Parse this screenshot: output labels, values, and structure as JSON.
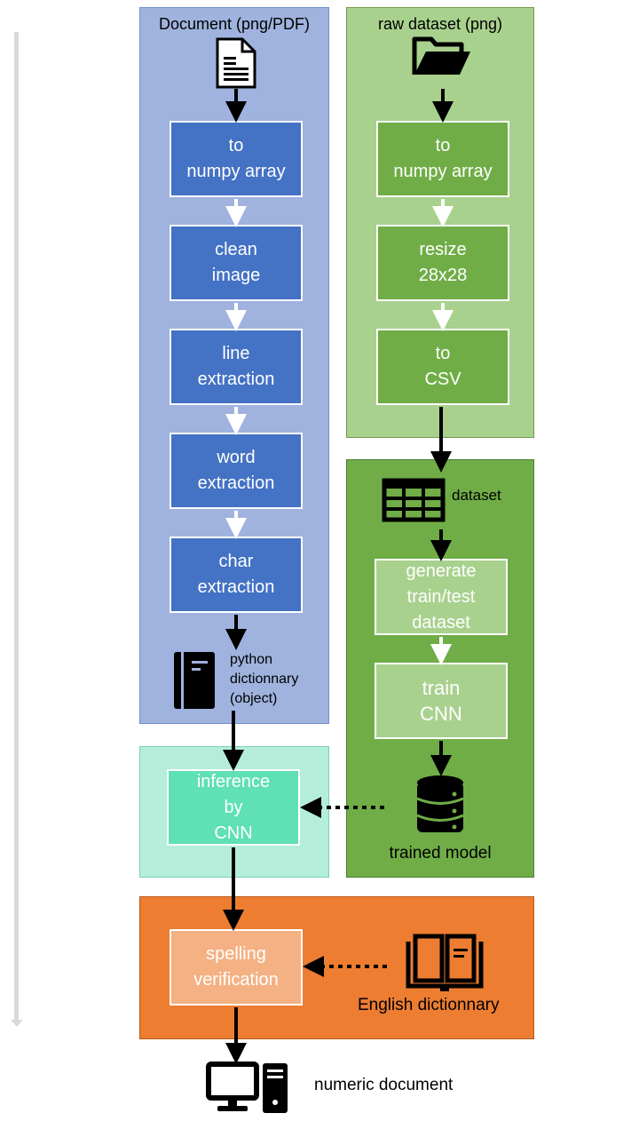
{
  "doc_panel": {
    "title": "Document (png/PDF)",
    "steps": [
      "to\nnumpy array",
      "clean\nimage",
      "line\nextraction",
      "word\nextraction",
      "char\nextraction"
    ],
    "output_label": "python\ndictionnary\n(object)"
  },
  "raw_panel": {
    "title": "raw dataset (png)",
    "steps": [
      "to\nnumpy array",
      "resize\n28x28",
      "to\nCSV"
    ]
  },
  "train_panel": {
    "dataset_label": "dataset",
    "steps": [
      "generate\ntrain/test\ndataset",
      "train\nCNN"
    ],
    "model_label": "trained model"
  },
  "inference": {
    "label": "inference\nby\nCNN"
  },
  "spelling": {
    "label": "spelling\nverification",
    "dictionary_label": "English dictionnary"
  },
  "output": {
    "label": "numeric document"
  },
  "colors": {
    "doc_panel": "#8faadc",
    "blue_box": "#4472c4",
    "raw_panel": "#a9d18e",
    "green_box": "#70ad47",
    "train_panel": "#70ad47",
    "light_green_box": "#a9d18e",
    "inference_panel": "#b4eedb",
    "teal_box": "#5fe0b5",
    "spelling_panel": "#ed7d31",
    "salmon_box": "#f4b183"
  }
}
